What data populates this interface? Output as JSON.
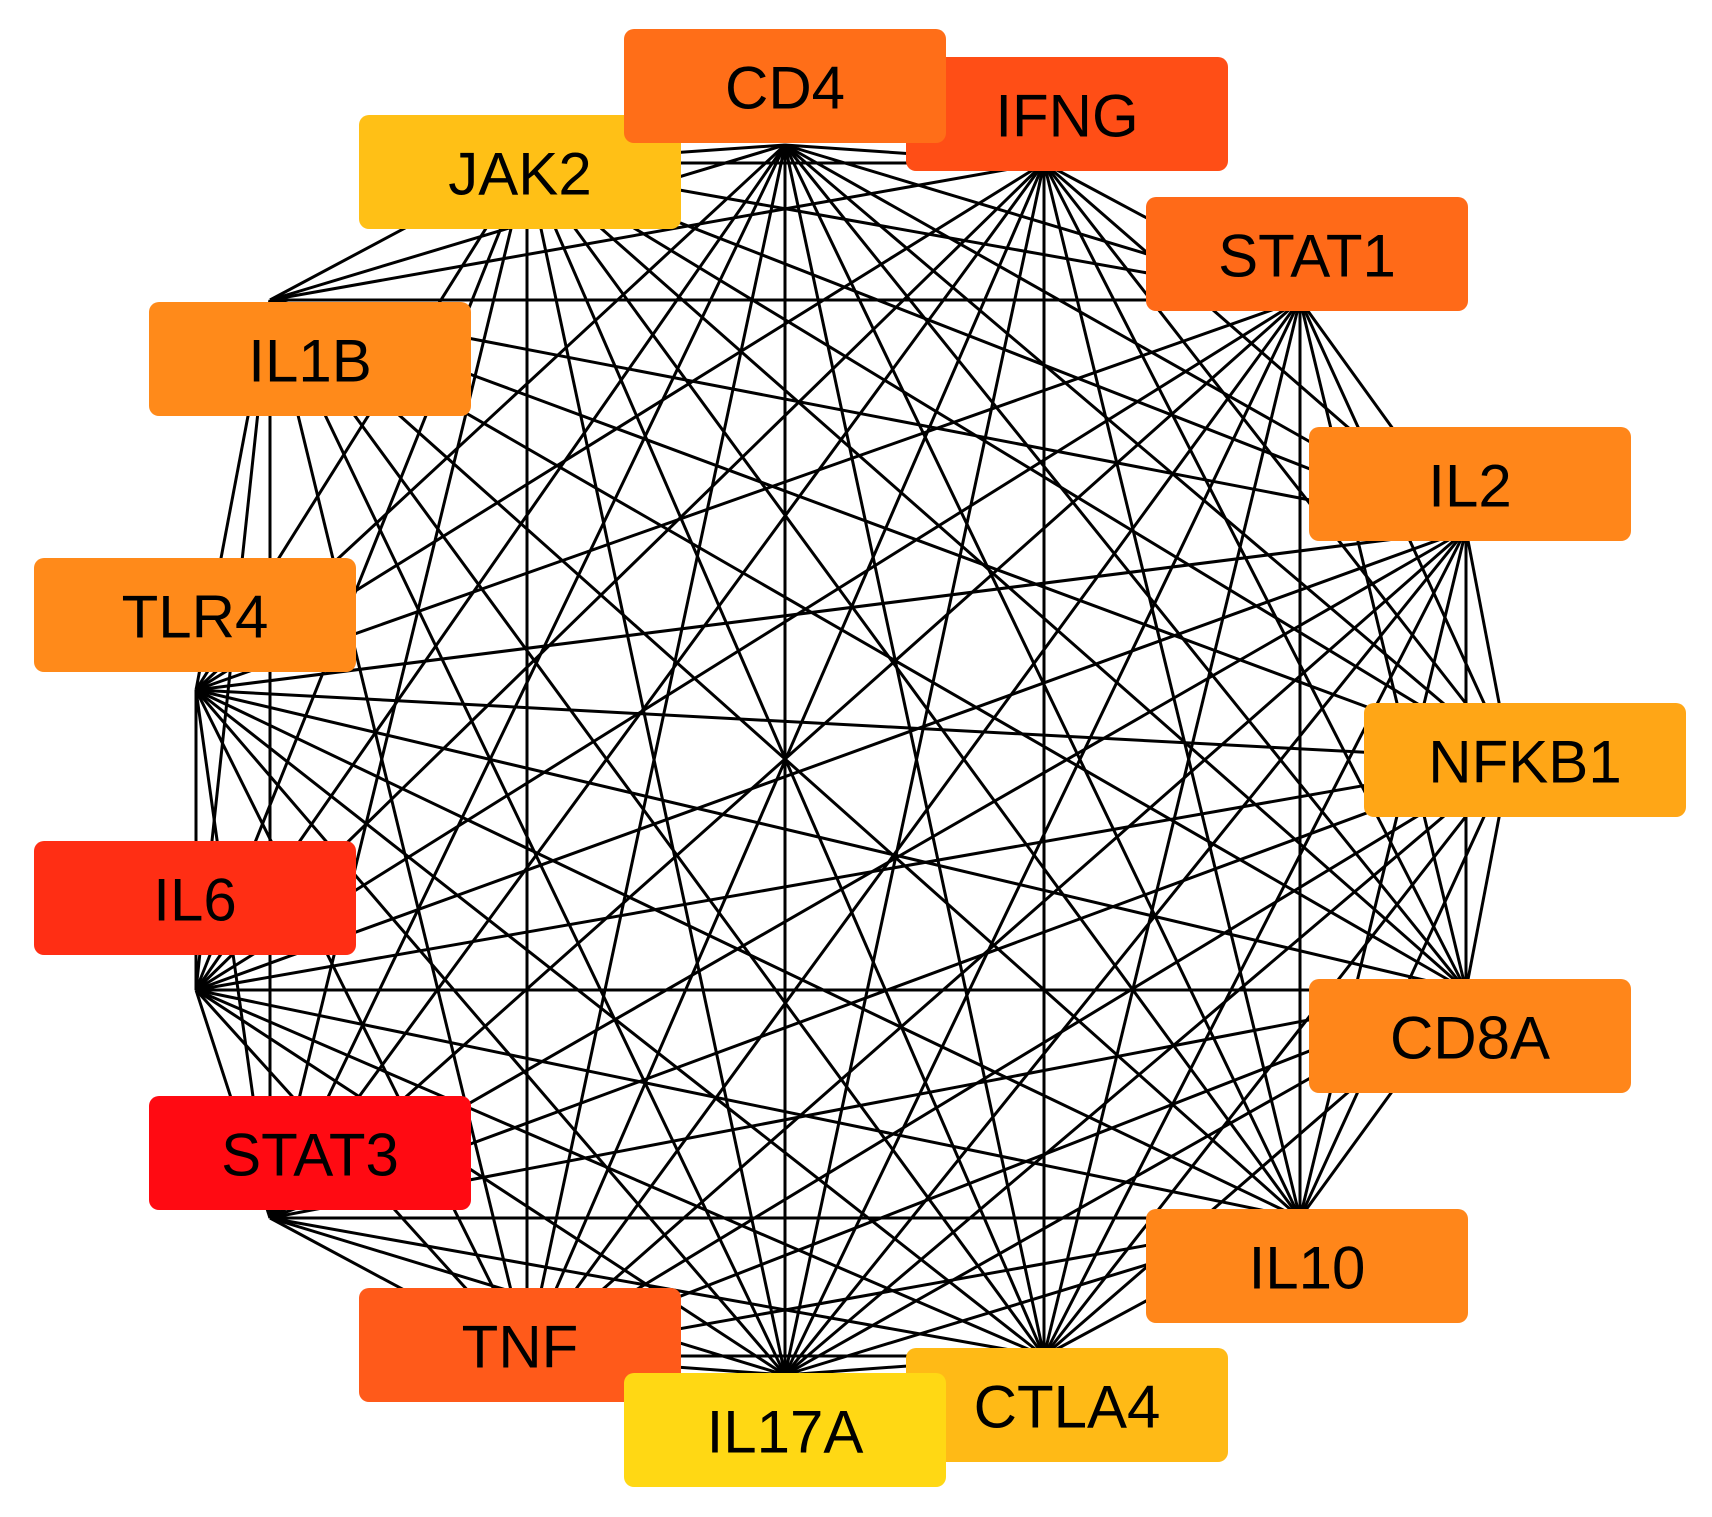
{
  "diagram": {
    "type": "network",
    "layout": "circle",
    "all_pairs_connected": true,
    "edge_color": "#000000",
    "label_color": "#000000",
    "nodes": [
      {
        "id": "IFNG",
        "label": "IFNG",
        "color": "#FF4E16"
      },
      {
        "id": "STAT1",
        "label": "STAT1",
        "color": "#FF6A18"
      },
      {
        "id": "IL2",
        "label": "IL2",
        "color": "#FF861A"
      },
      {
        "id": "NFKB1",
        "label": "NFKB1",
        "color": "#FFA616"
      },
      {
        "id": "CD8A",
        "label": "CD8A",
        "color": "#FF861A"
      },
      {
        "id": "IL10",
        "label": "IL10",
        "color": "#FF861A"
      },
      {
        "id": "CTLA4",
        "label": "CTLA4",
        "color": "#FFBA16"
      },
      {
        "id": "IL17A",
        "label": "IL17A",
        "color": "#FFD814"
      },
      {
        "id": "TNF",
        "label": "TNF",
        "color": "#FF5A1A"
      },
      {
        "id": "STAT3",
        "label": "STAT3",
        "color": "#FF0A12"
      },
      {
        "id": "IL6",
        "label": "IL6",
        "color": "#FF2E14"
      },
      {
        "id": "TLR4",
        "label": "TLR4",
        "color": "#FF8A1A"
      },
      {
        "id": "IL1B",
        "label": "IL1B",
        "color": "#FF8A1A"
      },
      {
        "id": "JAK2",
        "label": "JAK2",
        "color": "#FFC016"
      },
      {
        "id": "CD4",
        "label": "CD4",
        "color": "#FF6E18"
      }
    ]
  }
}
